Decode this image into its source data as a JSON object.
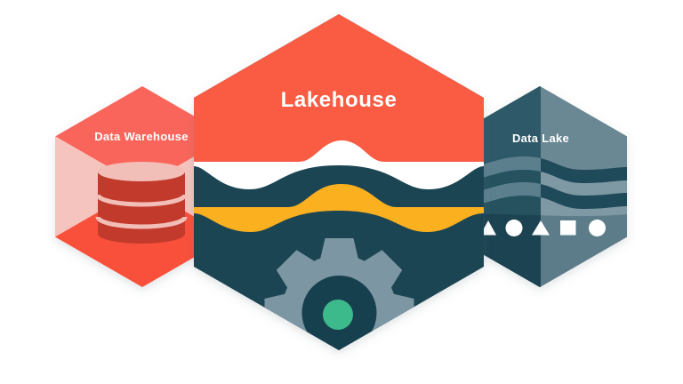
{
  "diagram_title": "Lakehouse",
  "labels": {
    "data_warehouse": "Data Warehouse",
    "lakehouse": "Lakehouse",
    "data_lake": "Data Lake"
  },
  "hexagons": [
    {
      "id": "data-warehouse",
      "label": "Data Warehouse",
      "icon": "database-icon"
    },
    {
      "id": "lakehouse",
      "label": "Lakehouse",
      "icons": [
        "white-wave-ribbon",
        "yellow-wave-ribbon",
        "gear-icon"
      ]
    },
    {
      "id": "data-lake",
      "label": "Data Lake",
      "icons": [
        "wave-ribbons",
        "triangle-icon",
        "circle-icon",
        "triangle-icon",
        "square-icon",
        "circle-icon"
      ]
    }
  ],
  "data_lake_shapes": [
    "triangle",
    "circle",
    "triangle",
    "square",
    "circle"
  ],
  "colors": {
    "salmon": "#F9655A",
    "salmon_floor": "#F8503B",
    "pink_wall": "#F5C4BE",
    "db_red": "#C23A2B",
    "db_pink": "#F2BEB8",
    "orange": "#FA5B43",
    "teal": "#1D4553",
    "teal_hole": "#17404E",
    "yellow": "#FBB020",
    "white": "#FFFFFF",
    "gear_slate": "#7C96A3",
    "green": "#3CBA8B",
    "rh_left_top": "#2D5968",
    "rh_left_mid": "#26525F",
    "rh_left_bottom": "#1C4351",
    "rh_left_ribbon": "#5C7F8E",
    "rh_right_top": "#6A8794",
    "rh_right_mid": "#7E98A4",
    "rh_right_bottom": "#5D7C8A",
    "rh_right_ribbon": "#1F4A59"
  }
}
